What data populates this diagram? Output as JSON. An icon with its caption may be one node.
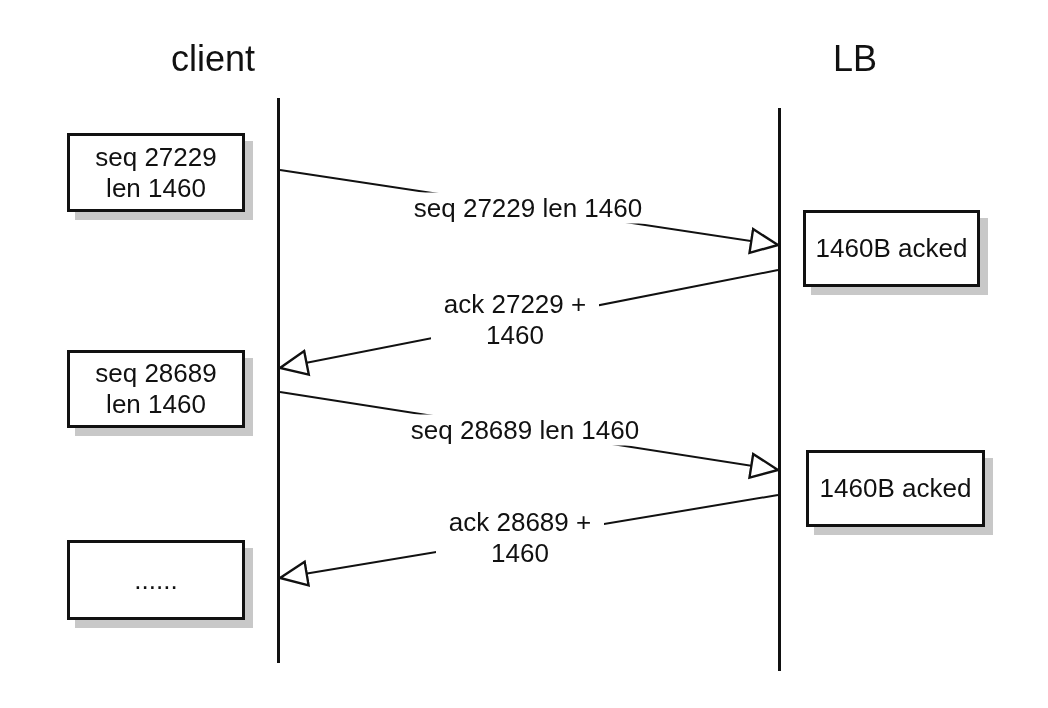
{
  "diagram": {
    "nodes": [
      {
        "text": [],
        "shape": "bar"
      },
      {
        "text": [],
        "shape": "bar"
      },
      {
        "text": [
          "seq 27229 len 1460"
        ]
      },
      {
        "text": [
          "1460B acked"
        ]
      },
      {
        "text": [
          "seq 28689 len 1460"
        ]
      },
      {
        "text": [
          "1460B acked"
        ]
      },
      {
        "text": [
          "......"
        ]
      }
    ],
    "edges": [
      {
        "from": 0,
        "to": 1,
        "arrow": "to",
        "label": "seq 27229 len 1460"
      },
      {
        "from": 1,
        "to": 0,
        "arrow": "to",
        "label": "ack 27229 + 1460"
      },
      {
        "from": 0,
        "to": 1,
        "arrow": "to",
        "label": "seq 28689 len 1460"
      },
      {
        "from": 1,
        "to": 0,
        "arrow": "to",
        "label": "ack 28689 + 1460"
      }
    ],
    "labels": [
      "client",
      "LB"
    ]
  }
}
